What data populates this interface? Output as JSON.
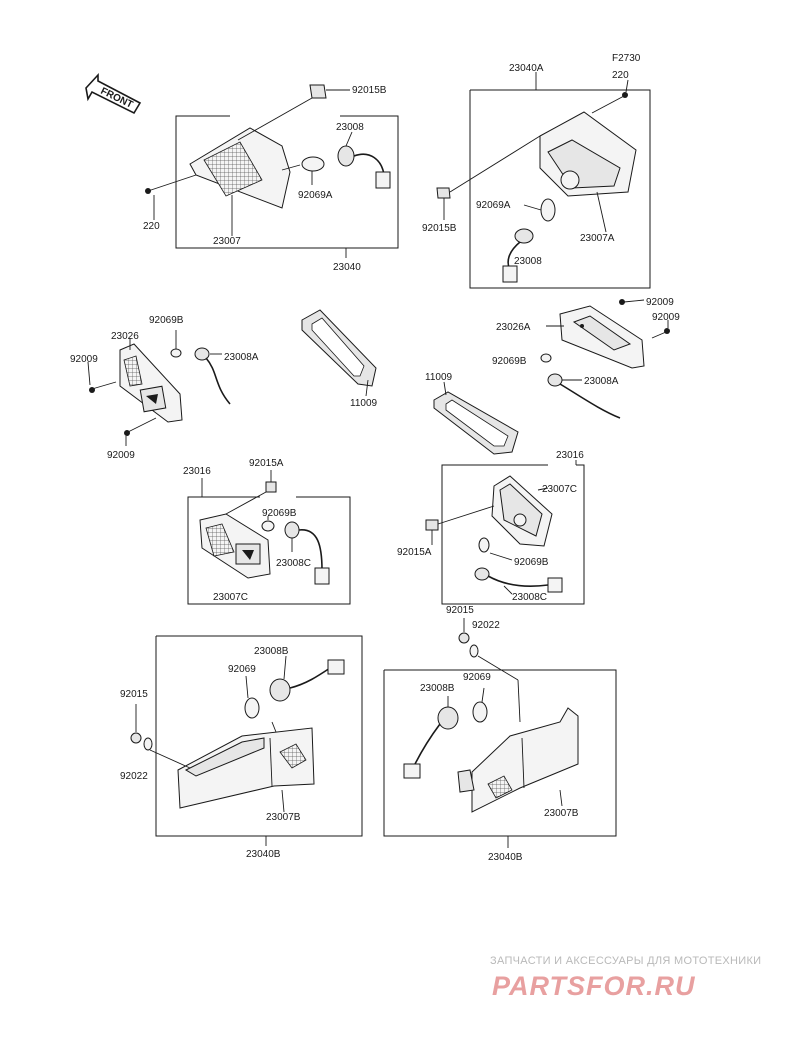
{
  "diagram_code": "F2730",
  "front_label": "FRONT",
  "labels": {
    "p92015B_a": "92015B",
    "p23008_a": "23008",
    "p92069A_a": "92069A",
    "p220_a": "220",
    "p23007": "23007",
    "p23040": "23040",
    "p23040A": "23040A",
    "p220_b": "220",
    "p92069A_b": "92069A",
    "p92015B_b": "92015B",
    "p23007A": "23007A",
    "p23008_b": "23008",
    "p92069B_a": "92069B",
    "p23026": "23026",
    "p92009_a": "92009",
    "p23008A_a": "23008A",
    "p92009_b": "92009",
    "p11009_a": "11009",
    "p11009_b": "11009",
    "p92009_c": "92009",
    "p23026A": "23026A",
    "p92009_d": "92009",
    "p92069B_b": "92069B",
    "p23008A_b": "23008A",
    "p23016_a": "23016",
    "p92015A_a": "92015A",
    "p92069B_c": "92069B",
    "p23008C_a": "23008C",
    "p23007C_a": "23007C",
    "p23016_b": "23016",
    "p23007C_b": "23007C",
    "p92015A_b": "92015A",
    "p92069B_d": "92069B",
    "p23008C_b": "23008C",
    "p92015_a": "92015",
    "p92022_a": "92022",
    "p23008B_a": "23008B",
    "p92069_a": "92069",
    "p92015_b": "92015",
    "p92022_b": "92022",
    "p23007B_a": "23007B",
    "p23040B_a": "23040B",
    "p23008B_b": "23008B",
    "p92069_b": "92069",
    "p23007B_b": "23007B",
    "p23040B_b": "23040B"
  },
  "watermark": {
    "line1": "ЗАПЧАСТИ И АКСЕССУАРЫ ДЛЯ МОТОТЕХНИКИ",
    "line2": "PARTSFOR.RU",
    "color": "#e8a0a0"
  }
}
